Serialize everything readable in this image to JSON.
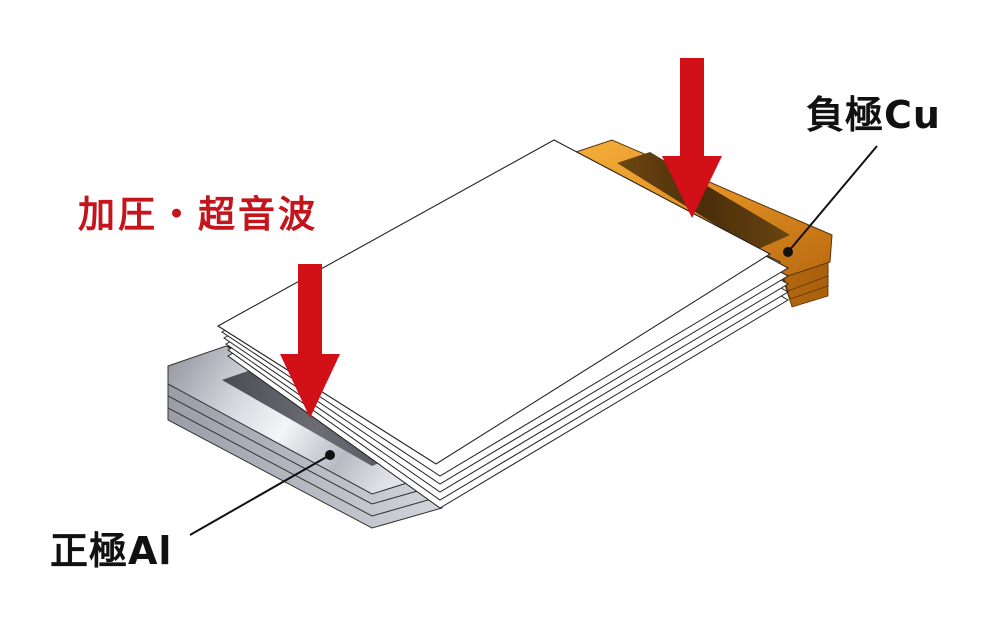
{
  "labels": {
    "process": "加圧・超音波",
    "negative_electrode": "負極Cu",
    "positive_electrode": "正極Al"
  },
  "colors": {
    "process_text": "#c4141c",
    "arrow": "#d11018",
    "label_text": "#111111",
    "separator_fill": "#ffffff",
    "separator_edge": "#222222",
    "copper_light": "#f2a431",
    "copper_dark": "#c77514",
    "aluminum_light": "#e9eaef",
    "aluminum_dark": "#8a8c96",
    "weld_zone_al": "#5a5b62",
    "weld_zone_cu": "#5c3a10"
  },
  "icons": {
    "pressure_arrow": "arrow-down-icon"
  }
}
